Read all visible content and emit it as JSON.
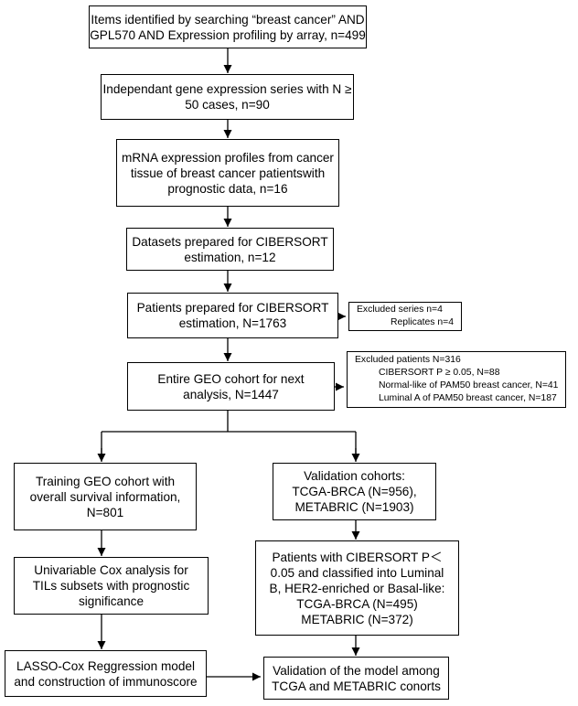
{
  "boxes": {
    "b1": [
      "Items identified by searching  “breast cancer” AND",
      "GPL570 AND Expression profiling by array, n=499"
    ],
    "b2": [
      "Independant gene expression series with N ≥",
      "50 cases, n=90"
    ],
    "b3": [
      "mRNA expression profiles from cancer",
      "tissue of breast cancer patientswith",
      "prognostic data, n=16"
    ],
    "b4": [
      "Datasets prepared for CIBERSORT",
      "estimation, n=12"
    ],
    "b5": [
      "Patients prepared for CIBERSORT",
      "estimation, N=1763"
    ],
    "b6": [
      "Entire GEO cohort for next",
      "analysis, N=1447"
    ],
    "ex1": [
      "Excluded series n=4",
      "Replicates n=4"
    ],
    "ex2": [
      "Excluded patients N=316",
      "CIBERSORT P ≥ 0.05, N=88",
      "Normal-like of PAM50 breast cancer, N=41",
      "Luminal A of PAM50 breast cancer, N=187"
    ],
    "l1": [
      "Training GEO cohort with",
      "overall survival information,",
      "N=801"
    ],
    "l2": [
      "Univariable Cox analysis for",
      "TILs subsets with  prognostic",
      "significance"
    ],
    "l3": [
      "LASSO-Cox Reggression model",
      "and construction of immunoscore"
    ],
    "r1": [
      "Validation cohorts:",
      "TCGA-BRCA (N=956),",
      "METABRIC (N=1903)"
    ],
    "r2": [
      "Patients with CIBERSORT P＜",
      "0.05 and classified into Luminal",
      "B, HER2-enriched or Basal-like:",
      "TCGA-BRCA (N=495)",
      "METABRIC (N=372)"
    ],
    "r3": [
      "Validation of the model among",
      "TCGA and METABRIC conorts"
    ]
  }
}
